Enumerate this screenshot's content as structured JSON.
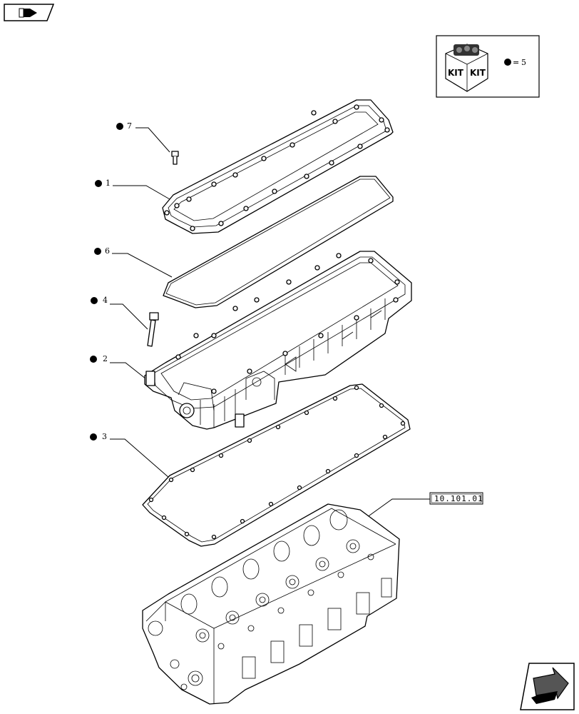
{
  "callouts": [
    {
      "num": "7"
    },
    {
      "num": "1"
    },
    {
      "num": "6"
    },
    {
      "num": "4"
    },
    {
      "num": "2"
    },
    {
      "num": "3"
    }
  ],
  "kit": {
    "label_left": "KIT",
    "label_right": "KIT",
    "symbol": "=",
    "num": "5"
  },
  "reference": {
    "label": "10.101.01"
  },
  "icons": {
    "top_left": "book-nav-icon",
    "bottom_right": "next-page-arrow-icon"
  }
}
